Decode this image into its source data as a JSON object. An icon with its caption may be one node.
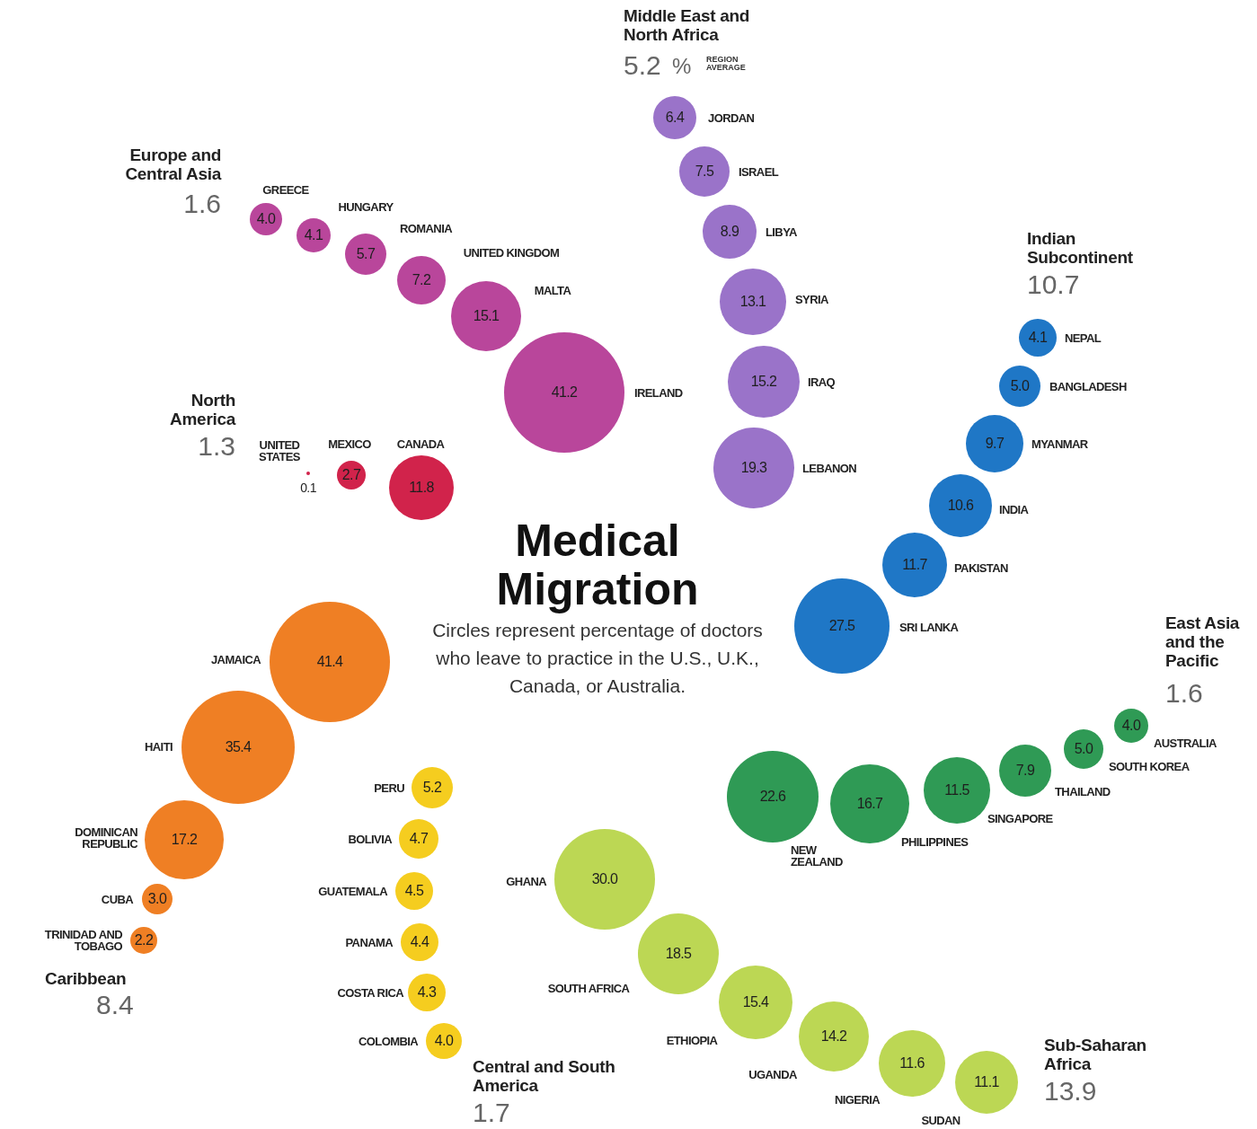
{
  "diagram": {
    "title": "Medical Migration",
    "caption": "Circles represent percentage of doctors who leave to practice in the U.S., U.K., Canada, or Australia.",
    "nodes": [
      {
        "text": [
          "6.4"
        ],
        "beside": [
          "JORDAN"
        ]
      },
      {
        "text": [
          "7.5"
        ],
        "beside": [
          "ISRAEL"
        ]
      },
      {
        "text": [
          "8.9"
        ],
        "beside": [
          "LIBYA"
        ]
      },
      {
        "text": [
          "13.1"
        ],
        "beside": [
          "SYRIA"
        ]
      },
      {
        "text": [
          "15.2"
        ],
        "beside": [
          "IRAQ"
        ]
      },
      {
        "text": [
          "19.3"
        ],
        "beside": [
          "LEBANON"
        ]
      },
      {
        "text": [
          "4.0"
        ],
        "beside": [
          "GREECE"
        ]
      },
      {
        "text": [
          "4.1"
        ],
        "beside": [
          "HUNGARY"
        ]
      },
      {
        "text": [
          "5.7"
        ],
        "beside": [
          "ROMANIA"
        ]
      },
      {
        "text": [
          "7.2"
        ],
        "beside": [
          "UNITED KINGDOM"
        ]
      },
      {
        "text": [
          "15.1"
        ],
        "beside": [
          "MALTA"
        ]
      },
      {
        "text": [
          "41.2"
        ],
        "beside": [
          "IRELAND"
        ]
      },
      {
        "text": [
          "0.1"
        ],
        "beside": [
          "UNITED STATES"
        ]
      },
      {
        "text": [
          "2.7"
        ],
        "beside": [
          "MEXICO"
        ]
      },
      {
        "text": [
          "11.8"
        ],
        "beside": [
          "CANADA"
        ]
      },
      {
        "text": [
          "4.1"
        ],
        "beside": [
          "NEPAL"
        ]
      },
      {
        "text": [
          "5.0"
        ],
        "beside": [
          "BANGLADESH"
        ]
      },
      {
        "text": [
          "9.7"
        ],
        "beside": [
          "MYANMAR"
        ]
      },
      {
        "text": [
          "10.6"
        ],
        "beside": [
          "INDIA"
        ]
      },
      {
        "text": [
          "11.7"
        ],
        "beside": [
          "PAKISTAN"
        ]
      },
      {
        "text": [
          "27.5"
        ],
        "beside": [
          "SRI LANKA"
        ]
      },
      {
        "text": [
          "4.0"
        ],
        "beside": [
          "AUSTRALIA"
        ]
      },
      {
        "text": [
          "5.0"
        ],
        "beside": [
          "SOUTH KOREA"
        ]
      },
      {
        "text": [
          "7.9"
        ],
        "beside": [
          "THAILAND"
        ]
      },
      {
        "text": [
          "11.5"
        ],
        "beside": [
          "SINGAPORE"
        ]
      },
      {
        "text": [
          "16.7"
        ],
        "beside": [
          "PHILIPPINES"
        ]
      },
      {
        "text": [
          "22.6"
        ],
        "beside": [
          "NEW ZEALAND"
        ]
      },
      {
        "text": [
          "41.4"
        ],
        "beside": [
          "JAMAICA"
        ]
      },
      {
        "text": [
          "35.4"
        ],
        "beside": [
          "HAITI"
        ]
      },
      {
        "text": [
          "17.2"
        ],
        "beside": [
          "DOMINICAN REPUBLIC"
        ]
      },
      {
        "text": [
          "3.0"
        ],
        "beside": [
          "CUBA"
        ]
      },
      {
        "text": [
          "2.2"
        ],
        "beside": [
          "TRINIDAD AND TOBAGO"
        ]
      },
      {
        "text": [
          "5.2"
        ],
        "beside": [
          "PERU"
        ]
      },
      {
        "text": [
          "4.7"
        ],
        "beside": [
          "BOLIVIA"
        ]
      },
      {
        "text": [
          "4.5"
        ],
        "beside": [
          "GUATEMALA"
        ]
      },
      {
        "text": [
          "4.4"
        ],
        "beside": [
          "PANAMA"
        ]
      },
      {
        "text": [
          "4.3"
        ],
        "beside": [
          "COSTA RICA"
        ]
      },
      {
        "text": [
          "4.0"
        ],
        "beside": [
          "COLOMBIA"
        ]
      },
      {
        "text": [
          "30.0"
        ],
        "beside": [
          "GHANA"
        ]
      },
      {
        "text": [
          "18.5"
        ],
        "beside": [
          "SOUTH AFRICA"
        ]
      },
      {
        "text": [
          "15.4"
        ],
        "beside": [
          "ETHIOPIA"
        ]
      },
      {
        "text": [
          "14.2"
        ],
        "beside": [
          "UGANDA"
        ]
      },
      {
        "text": [
          "11.6"
        ],
        "beside": [
          "NIGERIA"
        ]
      },
      {
        "text": [
          "11.1"
        ],
        "beside": [
          "SUDAN"
        ]
      }
    ],
    "labels": [
      "Middle East and North Africa",
      "5.2",
      "%",
      "REGION AVERAGE",
      "Europe and Central Asia",
      "1.6",
      "Indian Subcontinent",
      "10.7",
      "North America",
      "1.3",
      "East Asia and the Pacific",
      "1.6",
      "Caribbean",
      "8.4",
      "Central and South America",
      "1.7",
      "Sub-Saharan Africa",
      "13.9"
    ]
  }
}
